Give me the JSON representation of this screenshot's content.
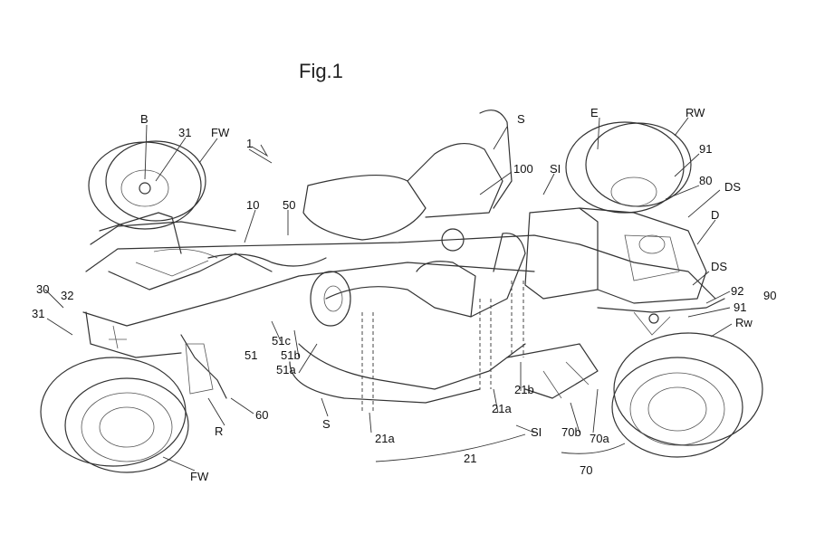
{
  "figure": {
    "title": "Fig.1"
  },
  "labels": {
    "b": "B",
    "n31_top": "31",
    "fw_top": "FW",
    "n1": "1",
    "s_top": "S",
    "e": "E",
    "rw_top": "RW",
    "n91_top": "91",
    "n100": "100",
    "si_top": "SI",
    "n80": "80",
    "ds_top": "DS",
    "n10": "10",
    "n50": "50",
    "d": "D",
    "ds_right": "DS",
    "n30": "30",
    "n32": "32",
    "n31_left": "31",
    "n92": "92",
    "n90": "90",
    "n91_right": "91",
    "rw_right": "Rw",
    "n51c": "51c",
    "n51": "51",
    "n51b": "51b",
    "n51a": "51a",
    "n21b": "21b",
    "n21a_mid": "21a",
    "s_bottom": "S",
    "r": "R",
    "n60": "60",
    "n21a_bottom": "21a",
    "si_bottom": "SI",
    "n70b": "70b",
    "n70a": "70a",
    "n21": "21",
    "n70": "70",
    "fw_bottom": "FW"
  }
}
